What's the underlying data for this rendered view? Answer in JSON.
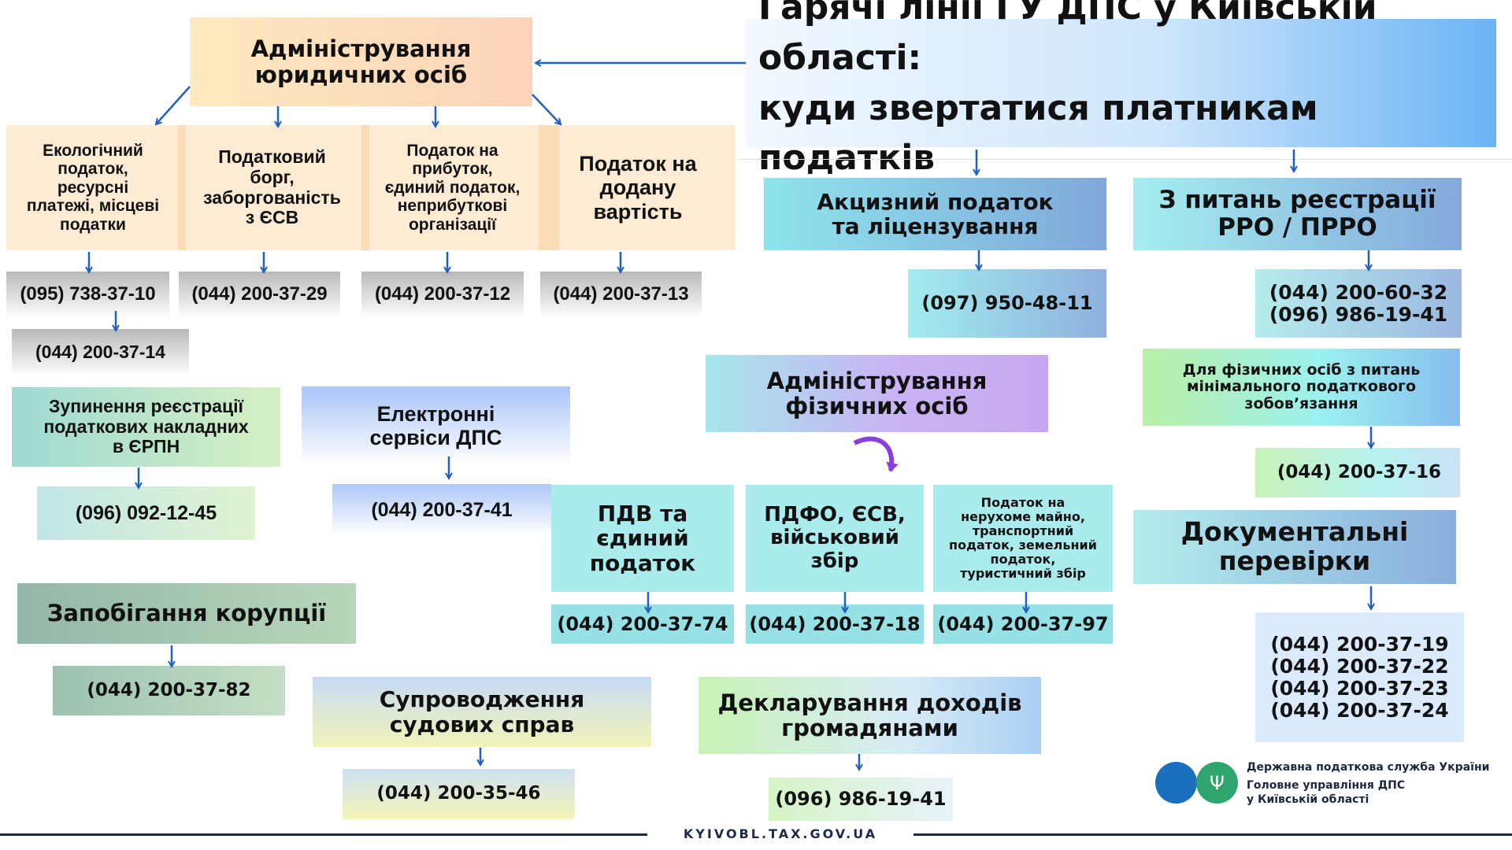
{
  "title": "Гарячі лінії ГУ ДПС у Київській області:\nкуди звертатися платникам податків",
  "legal": {
    "heading": "Адміністрування\nюридичних осіб",
    "items": [
      {
        "label": "Екологічний\nподаток,\nресурсні\nплатежі, місцеві\nподатки",
        "phones": [
          "(095) 738-37-10",
          "(044) 200-37-14"
        ]
      },
      {
        "label": "Податковий\nборг,\nзаборгованість\nз ЄСВ",
        "phones": [
          "(044) 200-37-29"
        ]
      },
      {
        "label": "Податок на\nприбуток,\nєдиний податок,\nнеприбуткові\nорганізації",
        "phones": [
          "(044) 200-37-12"
        ]
      },
      {
        "label": "Податок на\nдодану\nвартість",
        "phones": [
          "(044) 200-37-13"
        ]
      }
    ]
  },
  "erpn": {
    "label": "Зупинення реєстрації\nподаткових накладних\nв ЄРПН",
    "phone": "(096) 092-12-45"
  },
  "eservices": {
    "label": "Електронні\nсервіси ДПС",
    "phone": "(044) 200-37-41"
  },
  "corruption": {
    "label": "Запобігання корупції",
    "phone": "(044) 200-37-82"
  },
  "court": {
    "label": "Супроводження\nсудових справ",
    "phone": "(044) 200-35-46"
  },
  "excise": {
    "label": "Акцизний податок\nта ліцензування",
    "phone": "(097) 950-48-11"
  },
  "rro": {
    "label": "З питань реєстрації\nРРО / ПРРО",
    "phones": "(044) 200-60-32\n(096) 986-19-41"
  },
  "minimal": {
    "label": "Для фізичних осіб з питань\nмінімального податкового\nзобов’язання",
    "phone": "(044) 200-37-16"
  },
  "audits": {
    "label": "Документальні\nперевірки",
    "phones": "(044) 200-37-19\n(044) 200-37-22\n(044) 200-37-23\n(044) 200-37-24"
  },
  "individuals": {
    "heading": "Адміністрування\nфізичних осіб",
    "items": [
      {
        "label": "ПДВ та\nєдиний\nподаток",
        "phone": "(044) 200-37-74"
      },
      {
        "label": "ПДФО, ЄСВ,\nвійськовий\nзбір",
        "phone": "(044) 200-37-18"
      },
      {
        "label": "Податок на\nнерухоме майно,\nтранспортний\nподаток, земельний\nподаток,\nтуристичний збір",
        "phone": "(044) 200-37-97"
      }
    ]
  },
  "declaration": {
    "label": "Декларування доходів\nгромадянами",
    "phone": "(096) 986-19-41"
  },
  "footer": {
    "org": "Державна податкова служба України",
    "unit": "Головне управління ДПС\nу Київській області",
    "url": "KYIVOBL.TAX.GOV.UA"
  },
  "colors": {
    "arrow": "#1f5fbf",
    "curve": "#8a3fd8",
    "logo_blue": "#1a6fbf",
    "logo_green": "#2ea56d"
  }
}
